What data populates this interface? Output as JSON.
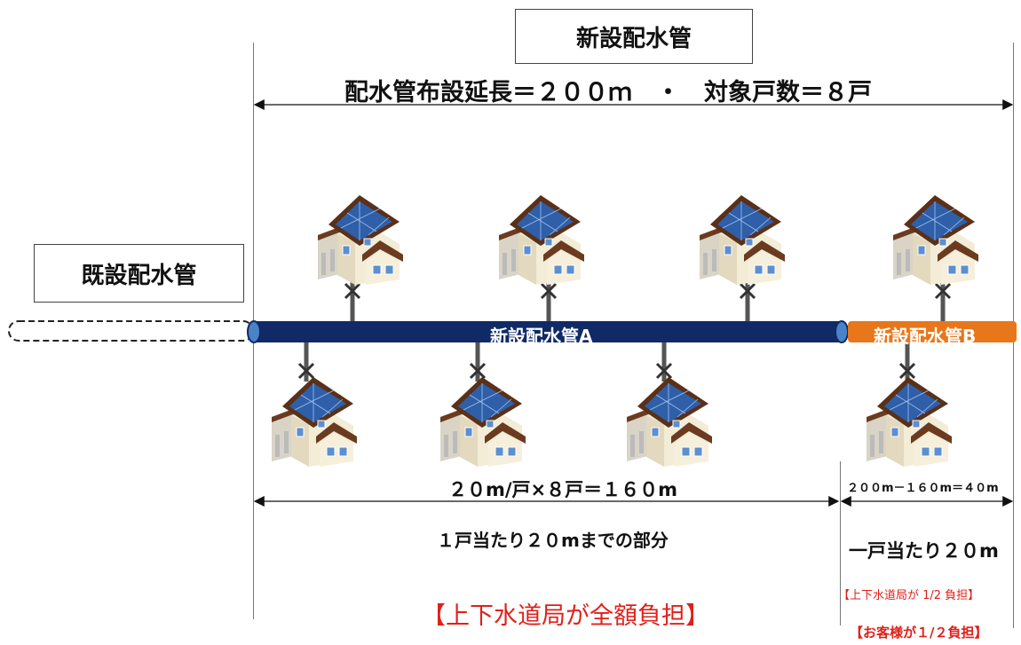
{
  "top_box": {
    "label": "新設配水管"
  },
  "top_text": "配水管布設延長＝２００ｍ　・　対象戸数＝８戸",
  "existing_box": {
    "label": "既設配水管"
  },
  "pipe_a": {
    "label": "新設配水管A",
    "color": "#0f2a66"
  },
  "pipe_b": {
    "label": "新設配水管B",
    "color": "#e8761a"
  },
  "calc_a": "２０m/戸×８戸＝１６０m",
  "calc_b": "２００m－１６０m＝４０m",
  "part_a": "１戸当たり２０mまでの部分",
  "part_b": "一戸当たり２０m",
  "note_a": "【上下水道局が全額負担】",
  "note_b1": "【上下水道局が 1/2 負担】",
  "note_b2": "【お客様が１/２負担】",
  "accent_red": "#e0201a"
}
